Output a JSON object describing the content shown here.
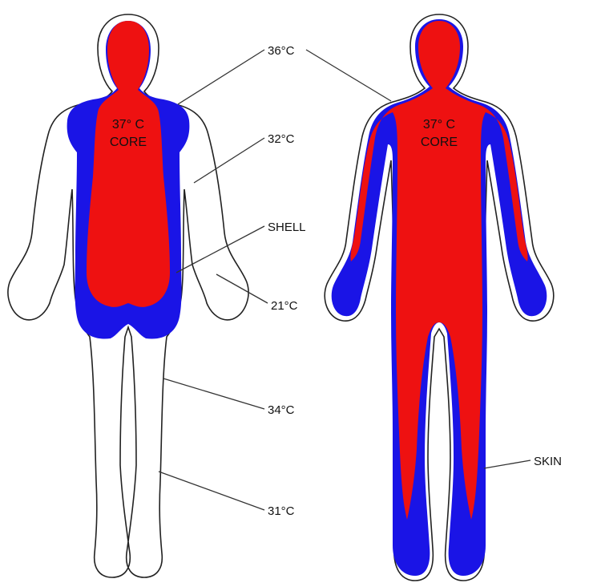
{
  "colors": {
    "core": "#ee1111",
    "shell": "#1a14e6",
    "skin_outline": "#222222",
    "background": "#ffffff"
  },
  "left_figure": {
    "core_temp": "37° C",
    "core_label": "CORE"
  },
  "right_figure": {
    "core_temp": "37° C",
    "core_label": "CORE"
  },
  "labels": {
    "t36": "36°C",
    "t32": "32°C",
    "shell": "SHELL",
    "t21": "21°C",
    "t34": "34°C",
    "t31": "31°C",
    "skin": "SKIN"
  }
}
